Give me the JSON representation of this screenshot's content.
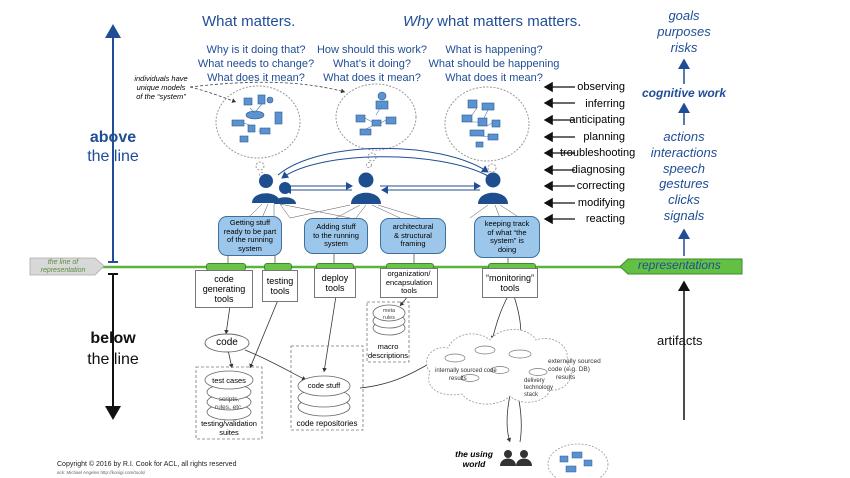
{
  "headings": {
    "what_matters": "What matters.",
    "why_emph": "Why",
    "why_rest": " what matters matters."
  },
  "questions": {
    "left": [
      "Why is it doing that?",
      "What needs to change?",
      "What does it mean?"
    ],
    "middle": [
      "How should this work?",
      "What’s it doing?",
      "What does it mean?"
    ],
    "right": [
      "What is happening?",
      "What should be happening",
      "What does it mean?"
    ]
  },
  "models_note": [
    "individuals have",
    "unique models",
    "of the “system”"
  ],
  "goals": [
    "goals",
    "purposes",
    "risks"
  ],
  "cognitive_work": "cognitive work",
  "actions": [
    "actions",
    "interactions",
    "speech",
    "gestures",
    "clicks",
    "signals"
  ],
  "cognitive_verbs": [
    "observing",
    "inferring",
    "anticipating",
    "planning",
    "troubleshooting",
    "diagnosing",
    "correcting",
    "modifying",
    "reacting"
  ],
  "above": {
    "title": "above",
    "subtitle": "the line"
  },
  "below": {
    "title": "below",
    "subtitle": "the line"
  },
  "line_of_representation": [
    "the line of",
    "representation"
  ],
  "representations": "representations",
  "artifacts": "artifacts",
  "activities": [
    [
      "Getting stuff",
      "ready to be part",
      "of the running",
      "system"
    ],
    [
      "Adding stuff",
      "to the running",
      "system"
    ],
    [
      "architectural",
      "& structural",
      "framing"
    ],
    [
      "keeping track",
      "of what “the",
      "system” is",
      "doing"
    ]
  ],
  "tools": {
    "code_generating": [
      "code",
      "generating",
      "tools"
    ],
    "testing": [
      "testing",
      "tools"
    ],
    "deploy": [
      "deploy",
      "tools"
    ],
    "organization": [
      "organization/",
      "encapsulation",
      "tools"
    ],
    "monitoring": [
      "“monitoring”",
      "tools"
    ]
  },
  "artifacts_below": {
    "code": "code",
    "test_cases": "test cases",
    "scripts": [
      "scripts,",
      "rules, etc."
    ],
    "suites": [
      "testing/validation",
      "suites"
    ],
    "code_stuff": "code stuff",
    "code_repositories": "code repositories",
    "meta_rules": [
      "meta",
      "rules"
    ],
    "macro_descriptions": [
      "macro",
      "descriptions"
    ],
    "internally_sourced": [
      "internally sourced code",
      "results"
    ],
    "externally_sourced": [
      "externally sourced",
      "code (e.g. DB)",
      "results"
    ],
    "delivery": [
      "delivery",
      "technology",
      "stack"
    ]
  },
  "using_world": [
    "the using",
    "world"
  ],
  "copyright": "Copyright © 2016 by R.I. Cook for ACL, all rights reserved",
  "credit": "ack: Michael Angeles http://konigi.com/tools/"
}
